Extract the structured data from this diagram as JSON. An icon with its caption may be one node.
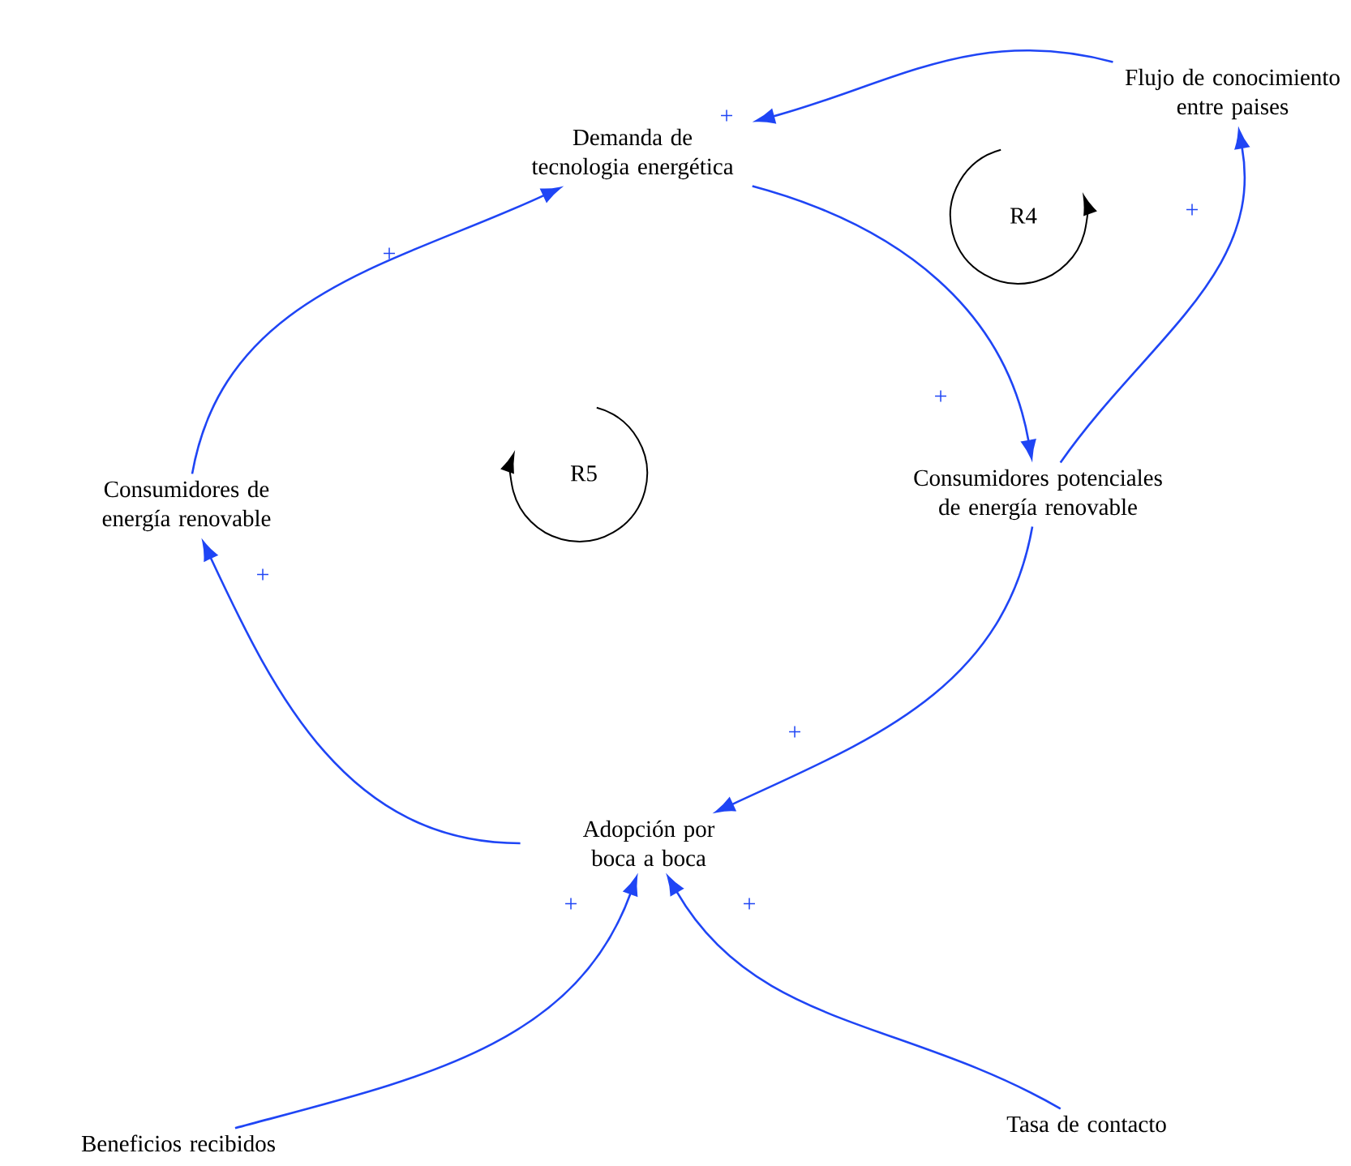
{
  "diagram": {
    "nodes": [
      {
        "text": [
          "Demanda de tecnologia energética"
        ]
      },
      {
        "text": [
          "Flujo de conocimiento entre paises"
        ]
      },
      {
        "text": [
          "Consumidores potenciales de energía renovable"
        ]
      },
      {
        "text": [
          "Consumidores de energía renovable"
        ]
      },
      {
        "text": [
          "Adopción por boca a boca"
        ]
      },
      {
        "text": [
          "Beneficios recibidos"
        ]
      },
      {
        "text": [
          "Tasa de contacto"
        ]
      }
    ],
    "edges": [
      {
        "from": 1,
        "to": 0,
        "arrow": "to",
        "label": "+"
      },
      {
        "from": 0,
        "to": 2,
        "arrow": "to",
        "label": "+"
      },
      {
        "from": 2,
        "to": 1,
        "arrow": "to",
        "label": "+"
      },
      {
        "from": 2,
        "to": 4,
        "arrow": "to",
        "label": "+"
      },
      {
        "from": 4,
        "to": 3,
        "arrow": "to",
        "label": "+"
      },
      {
        "from": 3,
        "to": 0,
        "arrow": "to",
        "label": "+"
      },
      {
        "from": 5,
        "to": 4,
        "arrow": "to",
        "label": "+"
      },
      {
        "from": 6,
        "to": 4,
        "arrow": "to",
        "label": "+"
      }
    ],
    "labels": [
      "R4",
      "R5"
    ]
  }
}
